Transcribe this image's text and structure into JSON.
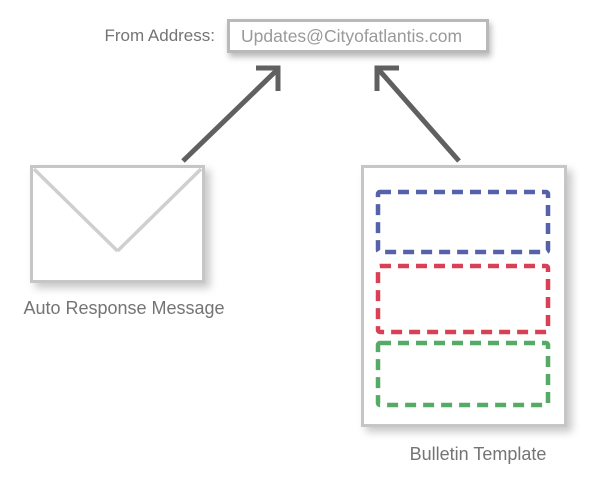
{
  "diagram": {
    "from_address": {
      "label": "From Address:",
      "value": "Updates@Cityofatlantis.com"
    },
    "auto_response": {
      "label": "Auto Response Message"
    },
    "bulletin_template": {
      "label": "Bulletin Template"
    }
  },
  "icons": {
    "envelope": "envelope-icon",
    "arrow_left": "arrow-up-right-icon",
    "arrow_right": "arrow-up-left-icon"
  },
  "colors": {
    "arrow_gray": "#606060",
    "input_border_gray": "#b9b9b9",
    "panel_border_gray": "#c6c6c6",
    "envelope_flap_gray": "#cfcfcf",
    "label_text_gray": "#747474",
    "input_text_gray": "#9a9a9a",
    "section_blue": "#5561a8",
    "section_red": "#d84055",
    "section_green": "#55aa66"
  }
}
